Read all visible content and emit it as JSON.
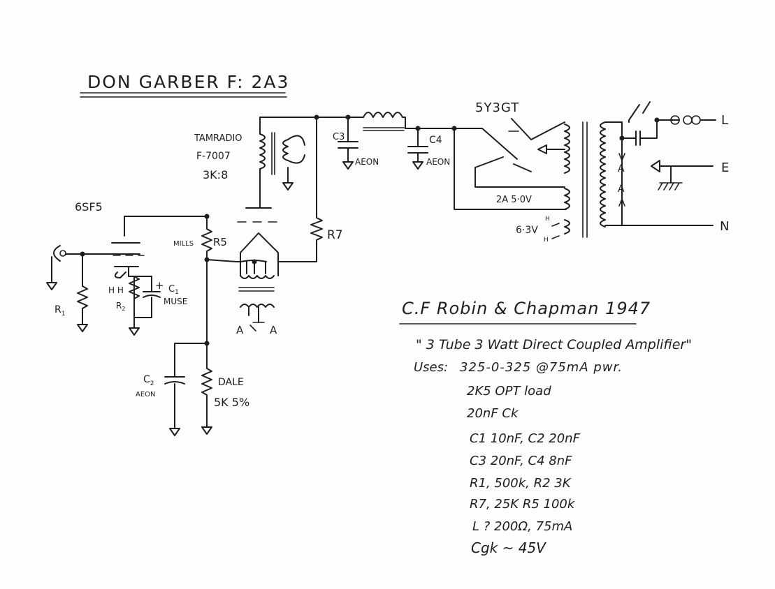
{
  "title": "DON GARBER F: 2A3",
  "components": {
    "output_transformer": [
      "TAMRADIO",
      "F-7007",
      "3K:8"
    ],
    "driver_tube": "6SF5",
    "rectifier_tube": "5Y3GT",
    "r1": "R",
    "r1_sub": "1",
    "r2": "R",
    "r2_sub": "2",
    "r5": "R5",
    "r5_brand": "MILLS",
    "r7": "R7",
    "c1": "C",
    "c1_sub": "1",
    "c1_brand": "MUSE",
    "c1_plus": "+",
    "c2": "C",
    "c2_sub": "2",
    "c2_brand": "AEON",
    "c3": "C3",
    "c3_brand": "AEON",
    "c4": "C4",
    "c4_brand": "AEON",
    "r_cathode_brand": "DALE",
    "r_cathode_value": "5K 5%",
    "heater_h": "H",
    "heater_label": "H H",
    "pt_5v": "2A 5·0V",
    "pt_63v": "6·3V",
    "pt_h1": "H",
    "pt_h2": "H",
    "ac_a1": "A",
    "ac_a2": "A",
    "filament_a1": "A",
    "filament_a2": "A",
    "mains_l": "L",
    "mains_e": "E",
    "mains_n": "N"
  },
  "notes": {
    "heading": "C.F  Robin & Chapman 1947",
    "subtitle": "\" 3 Tube 3 Watt Direct Coupled Amplifier\"",
    "uses_label": "Uses:",
    "uses_value": "325-0-325 @75mA pwr.",
    "lines": [
      "2K5 OPT load",
      "20nF Ck",
      "C1 10nF,   C2 20nF",
      "C3 20nF,   C4 8nF",
      "R1, 500k,   R2 3K",
      "R7, 25K    R5 100k",
      "L  ? 200Ω, 75mA",
      "Cgk ~ 45V"
    ]
  }
}
